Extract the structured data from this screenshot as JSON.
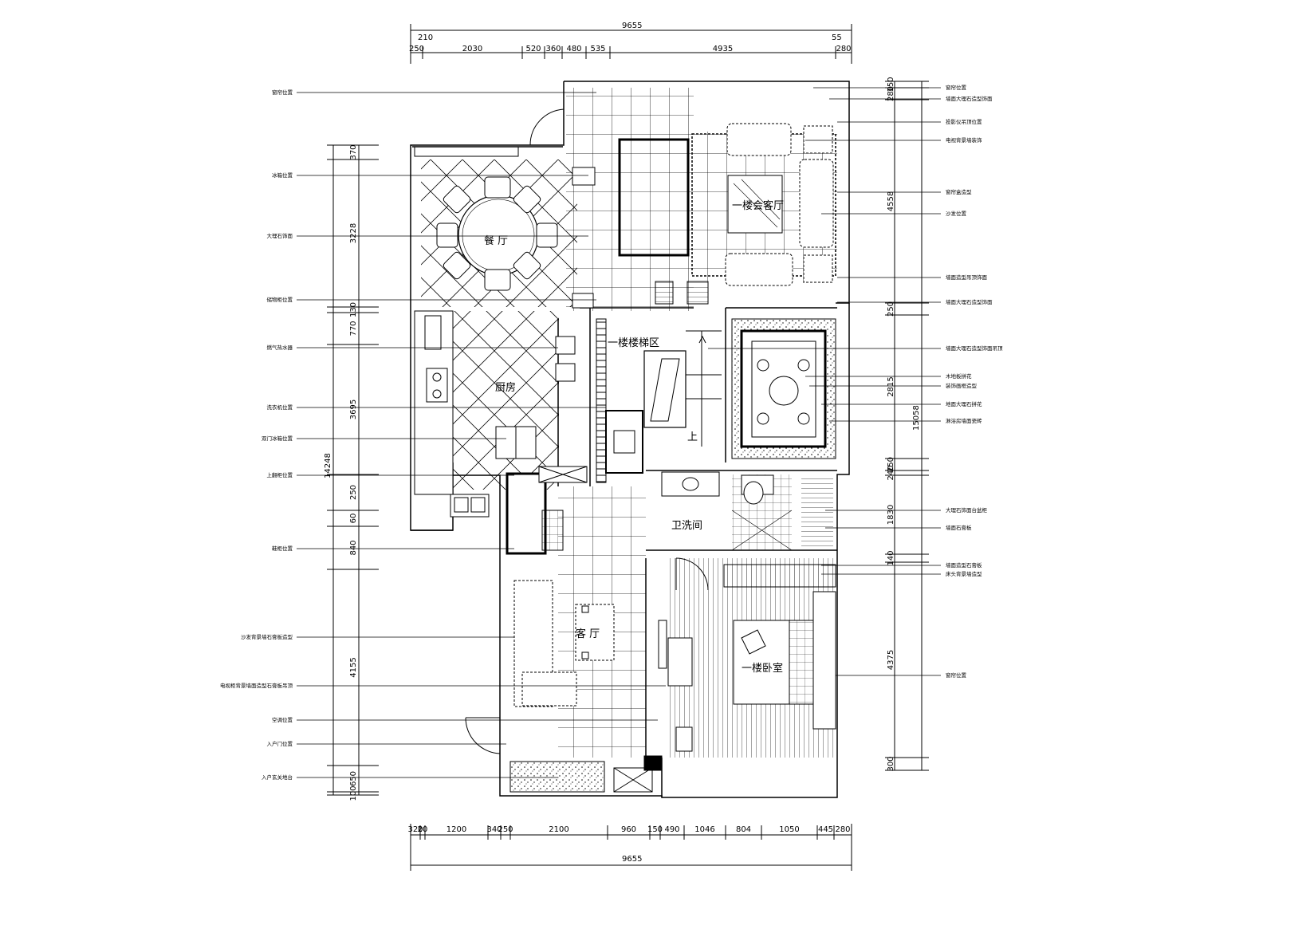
{
  "drawing": {
    "top_total": "9655",
    "top_sub": [
      "210",
      "55"
    ],
    "top_segments": [
      "250",
      "2030",
      "520",
      "360",
      "480",
      "535",
      "4935",
      "280"
    ],
    "bottom_total": "9655",
    "bottom_segments": [
      "320",
      "20",
      "1200",
      "340",
      "250",
      "2100",
      "960",
      "150",
      "490",
      "1046",
      "804",
      "1050",
      "445",
      "280"
    ],
    "left_total": "14248",
    "left_segments": [
      "370",
      "3228",
      "130",
      "770",
      "3695",
      "250",
      "60",
      "840",
      "4155",
      "650",
      "100"
    ],
    "right_total": "15058",
    "right_segments": [
      "150",
      "280",
      "4558",
      "250",
      "2815",
      "250",
      "240",
      "1830",
      "140",
      "4375",
      "300"
    ],
    "rooms": {
      "dining": "餐  厅",
      "kitchen": "厨房",
      "stair": "一楼楼梯区",
      "guest_hall": "一楼会客厅",
      "washroom": "卫洗间",
      "living": "客  厅",
      "bedroom": "一楼卧室",
      "stair_up": "上"
    },
    "left_notes": [
      "窗帘位置",
      "冰箱位置",
      "大理石饰面",
      "储物柜位置",
      "燃气热水器",
      "洗衣机位置",
      "双门冰箱位置",
      "上翻柜位置",
      "鞋柜位置",
      "沙发背景墙石膏板造型",
      "电视柜背景墙面造型石膏板吊顶",
      "空调位置",
      "入户门位置",
      "入户玄关地台"
    ],
    "right_notes": [
      "窗帘位置",
      "墙面大理石造型饰面",
      "投影仪吊顶位置",
      "电视背景墙装饰",
      "窗帘盒造型",
      "沙发位置",
      "墙面造型吊顶饰面",
      "墙面大理石造型饰面",
      "墙面大理石造型饰面吊顶",
      "木地板拼花",
      "装饰画框造型",
      "地面大理石拼花",
      "淋浴房墙面瓷砖",
      "大理石饰面台盆柜",
      "墙面石膏板",
      "墙面造型石膏板",
      "床头背景墙造型",
      "窗帘位置"
    ]
  }
}
